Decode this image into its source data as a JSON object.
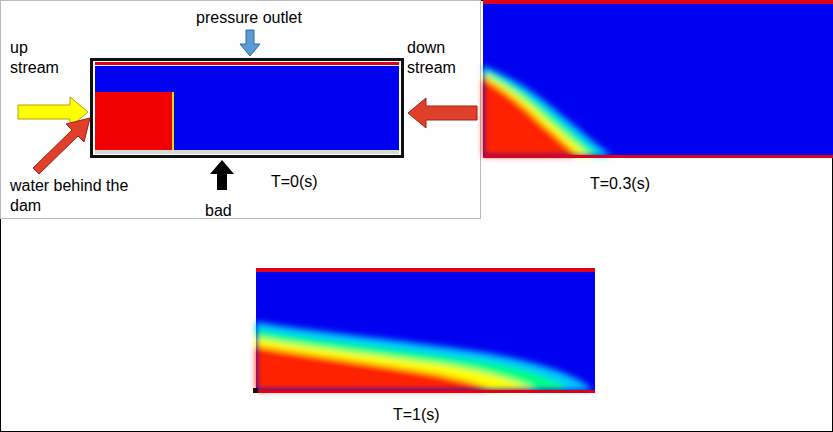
{
  "diagram": {
    "labels": [
      "pressure outlet",
      "up stream",
      "down stream",
      "water behind the dam",
      "bad",
      "T=0(s)",
      "T=0.3(s)",
      "T=1(s)"
    ]
  }
}
